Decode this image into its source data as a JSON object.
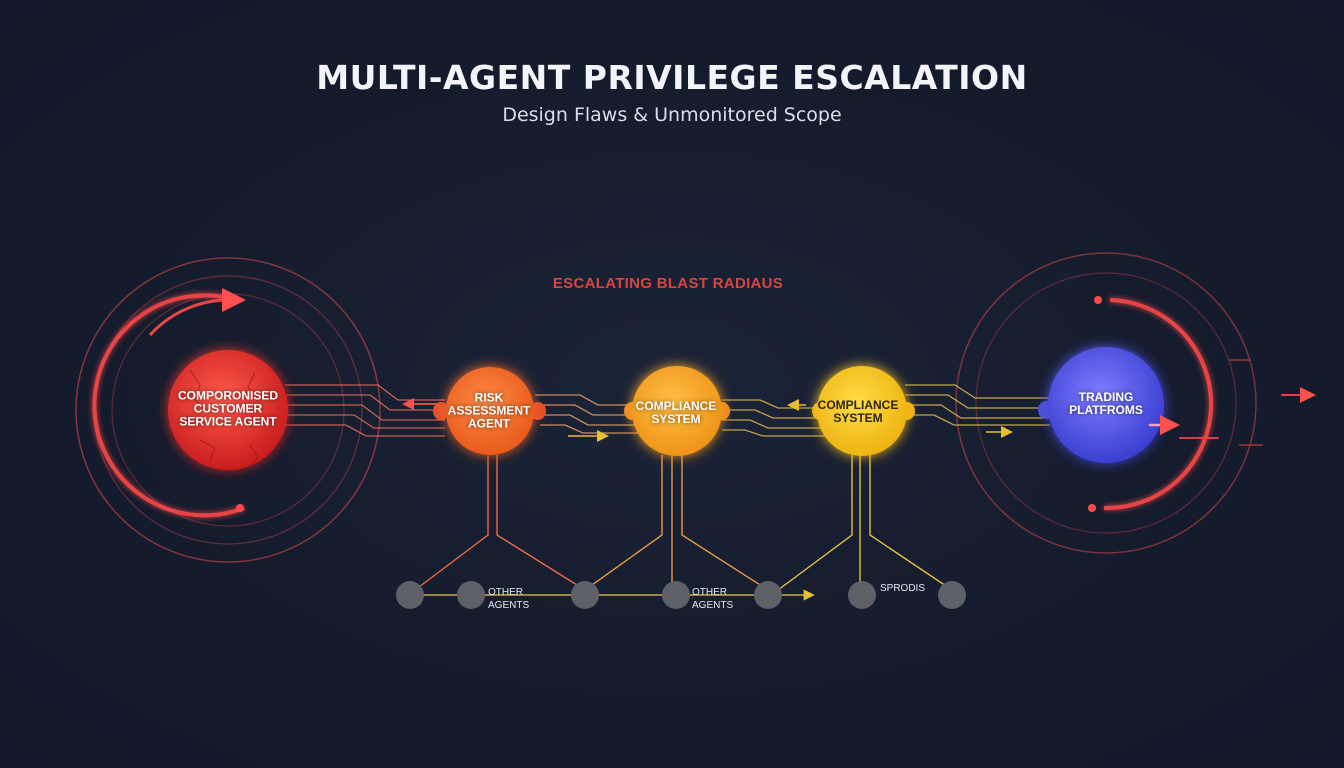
{
  "header": {
    "title": "MULTI-AGENT PRIVILEGE ESCALATION",
    "subtitle": "Design Flaws & Unmonitored Scope"
  },
  "diagram": {
    "blast_label": "ESCALATING BLAST RADIAUS",
    "nodes": [
      {
        "id": "compromised",
        "label": "COMPORONISED CUSTOMER SERVICE AGENT",
        "color": "#e8302c"
      },
      {
        "id": "risk",
        "label": "RISK ASSESSMENT AGENT",
        "color": "#f26a24"
      },
      {
        "id": "compliance1",
        "label": "COMPLIANCE SYSTEM",
        "color": "#f5a320"
      },
      {
        "id": "compliance2",
        "label": "COMPLIANCE SYSTEM",
        "color": "#f2c61c"
      },
      {
        "id": "trading",
        "label": "TRADING PLATFROMS",
        "color": "#4f52e0"
      }
    ],
    "sub_labels": {
      "other_agents_1": "OTHER AGENTS",
      "other_agents_2": "OTHER AGENTS",
      "misc": "SPRODIS"
    }
  }
}
